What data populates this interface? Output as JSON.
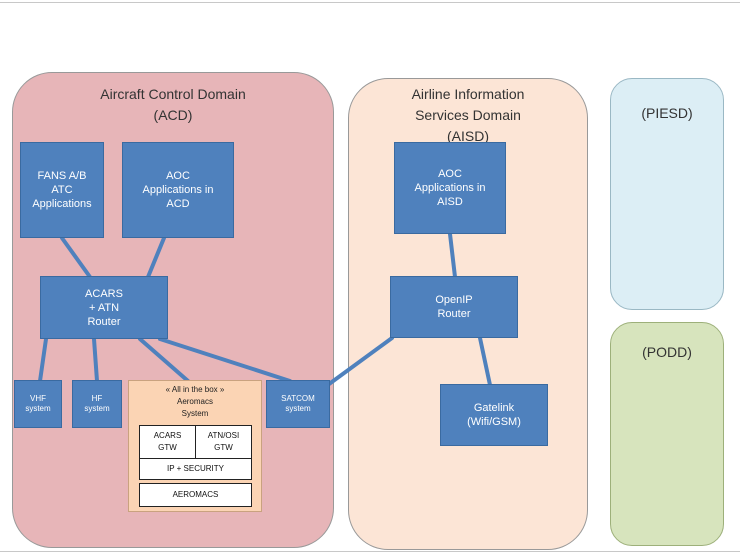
{
  "domains": {
    "acd": {
      "title": "Aircraft Control Domain\n(ACD)"
    },
    "aisd": {
      "title": "Airline Information\nServices Domain\n(AISD)"
    },
    "piesd": {
      "title": "(PIESD)"
    },
    "podd": {
      "title": "(PODD)"
    }
  },
  "boxes": {
    "fans": "FANS A/B\nATC\nApplications",
    "aoc_acd": "AOC\nApplications in\nACD",
    "acars_router": "ACARS\n+ ATN\nRouter",
    "vhf": "VHF\nsystem",
    "hf": "HF\nsystem",
    "satcom": "SATCOM\nsystem",
    "aoc_aisd": "AOC\nApplications in\nAISD",
    "openip": "OpenIP\nRouter",
    "gatelink": "Gatelink\n(Wifi/GSM)"
  },
  "aeromacs": {
    "title": "« All in the box »\nAeromacs\nSystem",
    "acars_gtw": "ACARS\nGTW",
    "atn_gtw": "ATN/OSI\nGTW",
    "ip_security": "IP + SECURITY",
    "aeromacs": "AEROMACS"
  },
  "colors": {
    "box_blue": "#4f81bd",
    "link_blue": "#4f81bd",
    "acd_fill": "#e7b5b8",
    "aisd_fill": "#fce5d6",
    "piesd_fill": "#dceef5",
    "podd_fill": "#d7e4bd"
  }
}
